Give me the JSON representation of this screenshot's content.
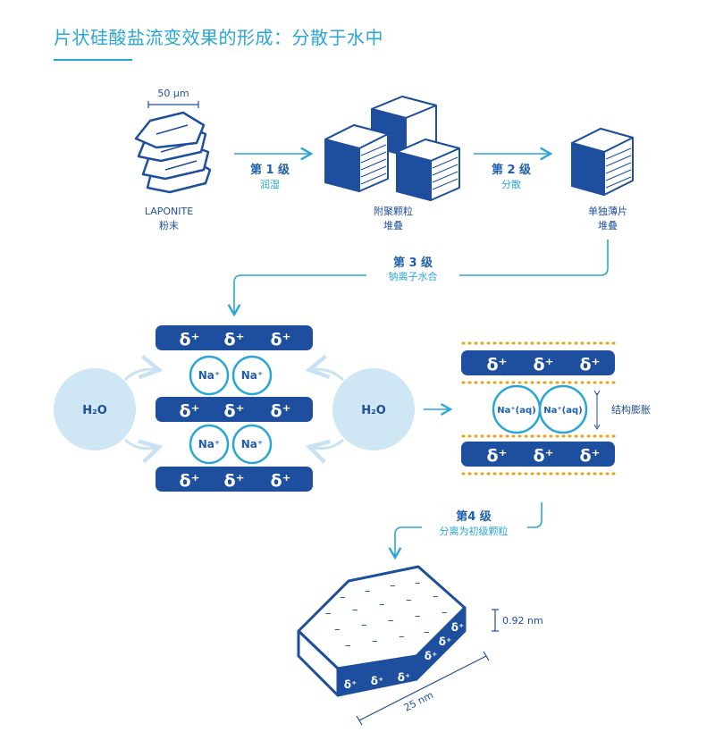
{
  "title": "片状硅酸盐流变效果的形成：分散于水中",
  "scale_label": "50 µm",
  "powder": {
    "line1": "LAPONITE",
    "line2": "粉末"
  },
  "aggregate": {
    "line1": "附聚颗粒",
    "line2": "堆叠"
  },
  "single": {
    "line1": "单独薄片",
    "line2": "堆叠"
  },
  "stage1": {
    "title": "第 1 级",
    "sub": "润湿"
  },
  "stage2": {
    "title": "第 2 级",
    "sub": "分散"
  },
  "stage3": {
    "title": "第 3 级",
    "sub": "钠离子水合"
  },
  "stage4": {
    "title": "第4 级",
    "sub": "分离为初级颗粒"
  },
  "delta_symbol": "δ⁺",
  "na_label": "Na⁺",
  "na_aq_label": "Na⁺(aq)",
  "h2o_label": "H₂O",
  "swelling_label": "结构膨胀",
  "minus_symbol": "–",
  "thickness_label": "0.92 nm",
  "width_label": "25 nm",
  "colors": {
    "dark_blue": "#1d4f9e",
    "cyan": "#2aa6d6",
    "light_blue": "#cfe6f5",
    "gold": "#e8a317"
  }
}
